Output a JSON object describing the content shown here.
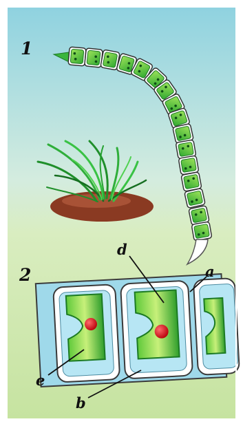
{
  "panels": [
    {
      "number": "1"
    },
    {
      "number": "2"
    }
  ],
  "labels": {
    "a": "a",
    "b": "b",
    "d": "d",
    "e": "e"
  },
  "colors": {
    "sky_top": "#8fd2e0",
    "sky_mid": "#cbe9e0",
    "ground": "#cfe7a8",
    "cell_green": "#39b33c",
    "cell_dark": "#1c7a24",
    "cell_light": "#9ee35a",
    "wall_blue": "#b7e6f4",
    "nucleus": "#e0141d",
    "soil": "#8a3a22"
  },
  "filament": {
    "cell_count": 16
  }
}
